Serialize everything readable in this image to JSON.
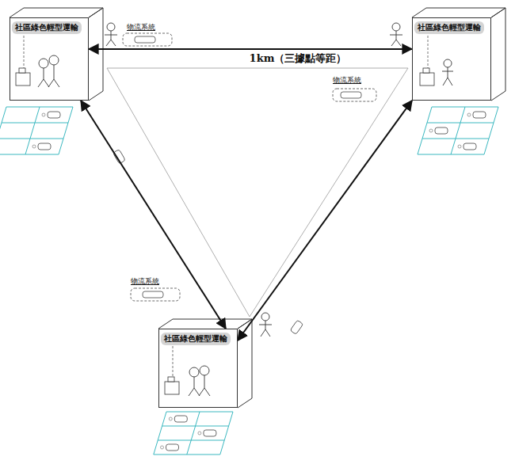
{
  "diagram": {
    "nodes": [
      {
        "text": [
          "社區綠色輕型運輸"
        ]
      },
      {
        "text": [
          "社區綠色輕型運輸"
        ]
      },
      {
        "text": [
          "社區綠色輕型運輸"
        ]
      }
    ],
    "edges": [
      {
        "from": 0,
        "to": 1,
        "arrow": "both",
        "label": "1km（三據點等距）"
      },
      {
        "from": 0,
        "to": 2,
        "arrow": "both"
      },
      {
        "from": 1,
        "to": 2,
        "arrow": "both"
      }
    ],
    "labels": [
      "物流系統",
      "物流系統",
      "物流系統"
    ]
  }
}
